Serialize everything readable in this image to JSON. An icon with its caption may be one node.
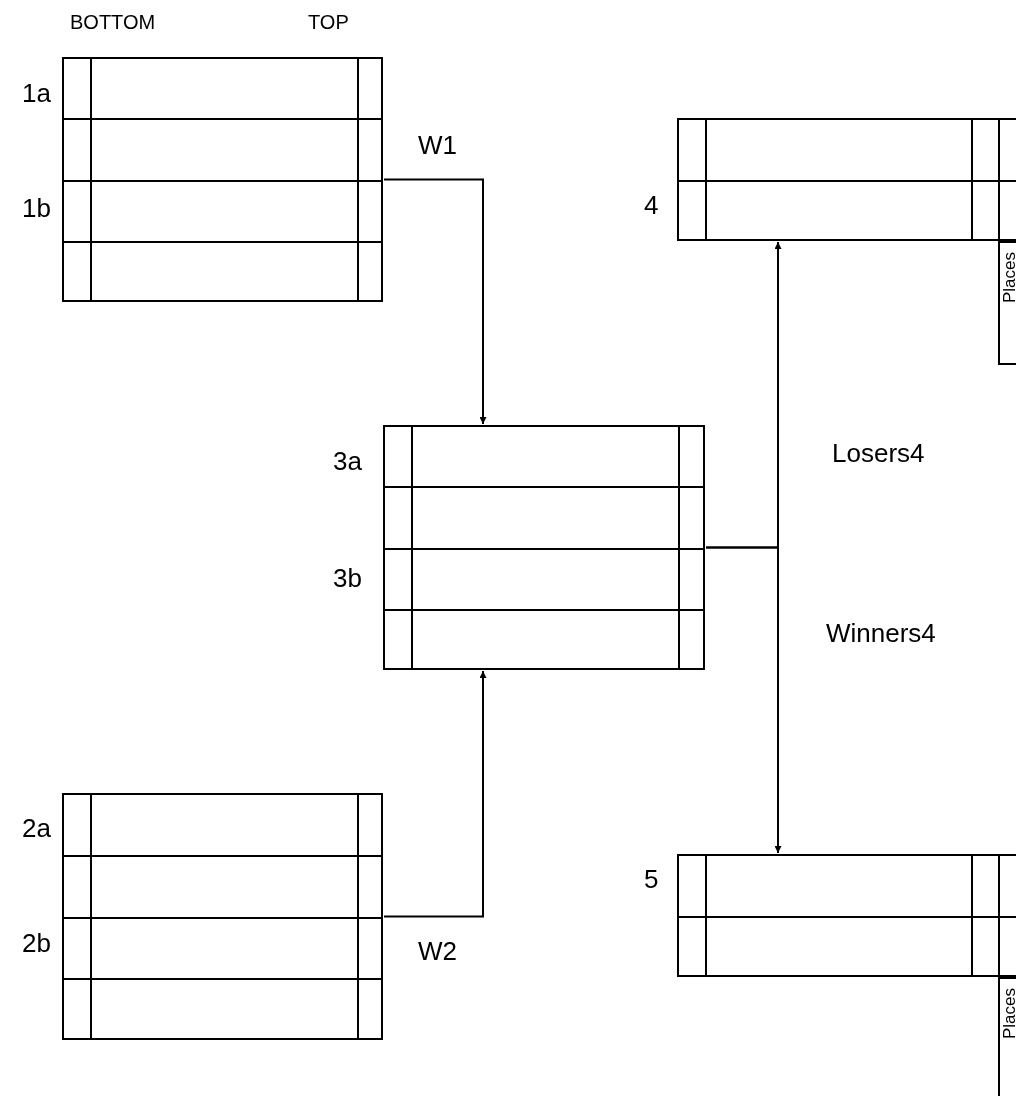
{
  "diagram": {
    "nodes": [
      {
        "text": [],
        "shape": "box",
        "beside": [
          "1a",
          "1b"
        ]
      },
      {
        "text": [],
        "shape": "box",
        "beside": [
          "2a",
          "2b"
        ]
      },
      {
        "text": [],
        "shape": "box",
        "beside": [
          "3a",
          "3b"
        ]
      },
      {
        "text": [],
        "shape": "box",
        "beside": [
          "4"
        ]
      },
      {
        "text": [],
        "shape": "box",
        "beside": [
          "5"
        ]
      },
      {
        "text": [
          "Places"
        ]
      },
      {
        "text": [
          "Places"
        ]
      }
    ],
    "edges": [
      {
        "from": 0,
        "to": 2,
        "arrow": "to",
        "label": "W1"
      },
      {
        "from": 1,
        "to": 2,
        "arrow": "to",
        "label": "W2"
      },
      {
        "from": 2,
        "to": 3,
        "arrow": "to",
        "label": "Losers4"
      },
      {
        "from": 2,
        "to": 4,
        "arrow": "to",
        "label": "Winners4"
      }
    ],
    "labels": [
      "BOTTOM",
      "TOP"
    ]
  }
}
